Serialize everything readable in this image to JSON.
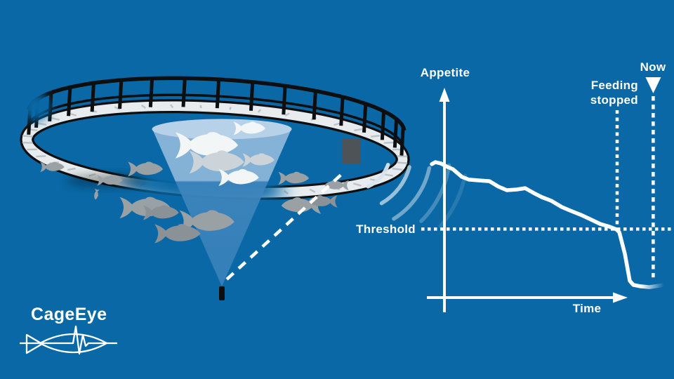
{
  "logo": {
    "name": "CageEye"
  },
  "colors": {
    "background": "#0968a5",
    "curve": "#ffffff",
    "text": "#ffffff",
    "railing_black": "#0c0e0f",
    "walkway": "#e8ecee",
    "walkway_tick": "#b3bcc2",
    "sensor_gray": "#4e5357",
    "cone_top": "#b7d2e8",
    "cone_mid": "#8ab5d9",
    "cone_deep": "#3f85bd",
    "fish_white": "#f2f6f7",
    "fish_light": "#ccd4d9",
    "fish_gray": "#9aa1a5",
    "fish_gray_dark": "#8b9297",
    "sonar_arc": "#d7e5f0"
  },
  "chart_data": {
    "type": "line",
    "title": "",
    "x_axis": {
      "label": "Time",
      "range": [
        0,
        110
      ],
      "ticks": "none"
    },
    "y_axis": {
      "label": "Appetite",
      "range": [
        0,
        100
      ],
      "ticks": "none"
    },
    "grid": false,
    "legend": "none",
    "threshold": {
      "label": "Threshold",
      "value": 40,
      "style": "dotted"
    },
    "events": [
      {
        "label": "Feeding stopped",
        "label_lines": [
          "Feeding",
          "stopped"
        ],
        "time": 86,
        "style": "dotted"
      },
      {
        "label": "Now",
        "time": 104,
        "style": "dotted",
        "marker": "triangle-down"
      }
    ],
    "series": [
      {
        "name": "Appetite over time",
        "color": "#ffffff",
        "points": [
          [
            -6.3,
            77.9
          ],
          [
            -4.5,
            79.1
          ],
          [
            -1.7,
            78.3
          ],
          [
            1.0,
            76.6
          ],
          [
            4.2,
            75.0
          ],
          [
            8.7,
            70.5
          ],
          [
            12.2,
            68.9
          ],
          [
            17.5,
            68.4
          ],
          [
            22.4,
            68.0
          ],
          [
            26.9,
            64.8
          ],
          [
            31.1,
            62.7
          ],
          [
            36.0,
            63.1
          ],
          [
            40.2,
            63.9
          ],
          [
            44.4,
            61.1
          ],
          [
            48.6,
            58.6
          ],
          [
            53.1,
            56.6
          ],
          [
            58.4,
            52.9
          ],
          [
            62.6,
            50.8
          ],
          [
            67.8,
            48.4
          ],
          [
            72.4,
            45.9
          ],
          [
            77.6,
            43.0
          ],
          [
            82.2,
            41.4
          ],
          [
            85.7,
            39.8
          ],
          [
            87.1,
            38.1
          ],
          [
            89.9,
            25.4
          ],
          [
            92.3,
            9.8
          ],
          [
            94.1,
            7.4
          ],
          [
            97.6,
            6.6
          ],
          [
            102.1,
            6.1
          ],
          [
            107.3,
            7.0
          ],
          [
            111.5,
            8.2
          ]
        ]
      }
    ]
  }
}
